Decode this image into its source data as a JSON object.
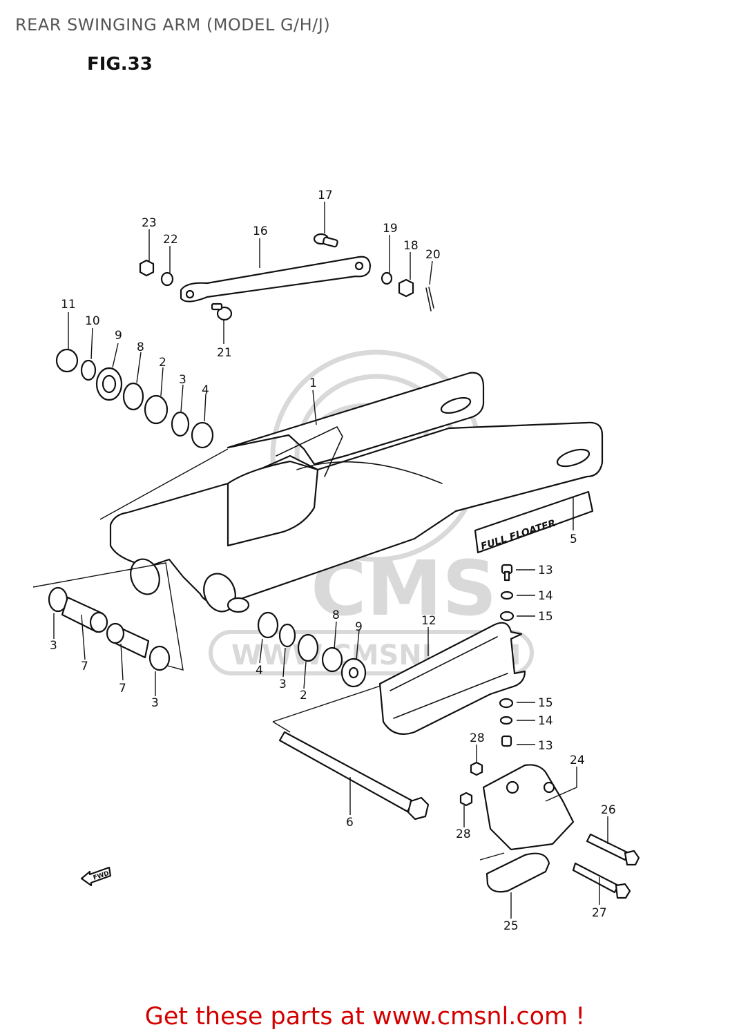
{
  "header": {
    "title": "REAR SWINGING ARM (MODEL G/H/J)",
    "figure_label": "FIG.33"
  },
  "watermark": {
    "logo_text": "CMS",
    "url_text": "WWW.CMSNL.COM"
  },
  "decal_text": "FULL FLOATER",
  "fwd_arrow_text": "FWD",
  "callouts": [
    "1",
    "2",
    "3",
    "4",
    "5",
    "6",
    "7",
    "8",
    "9",
    "10",
    "11",
    "12",
    "13",
    "14",
    "15",
    "16",
    "17",
    "18",
    "19",
    "20",
    "21",
    "22",
    "23",
    "24",
    "25",
    "26",
    "27",
    "28"
  ],
  "callout_labels": {
    "c1": "1",
    "c2a": "2",
    "c2b": "2",
    "c3a": "3",
    "c3b": "3",
    "c3c": "3",
    "c3d": "3",
    "c4a": "4",
    "c4b": "4",
    "c5": "5",
    "c6": "6",
    "c7a": "7",
    "c7b": "7",
    "c8a": "8",
    "c8b": "8",
    "c9a": "9",
    "c9b": "9",
    "c10": "10",
    "c11": "11",
    "c12": "12",
    "c13a": "13",
    "c13b": "13",
    "c14a": "14",
    "c14b": "14",
    "c15a": "15",
    "c15b": "15",
    "c16": "16",
    "c17": "17",
    "c18": "18",
    "c19": "19",
    "c20": "20",
    "c21": "21",
    "c22": "22",
    "c23": "23",
    "c24": "24",
    "c25": "25",
    "c26": "26",
    "c27": "27",
    "c28a": "28",
    "c28b": "28"
  },
  "footer": {
    "promo_text": "Get these parts at www.cmsnl.com !"
  },
  "colors": {
    "promo": "#d40000",
    "title": "#555555",
    "line_art": "#111111",
    "watermark": "#d9d9d9"
  }
}
